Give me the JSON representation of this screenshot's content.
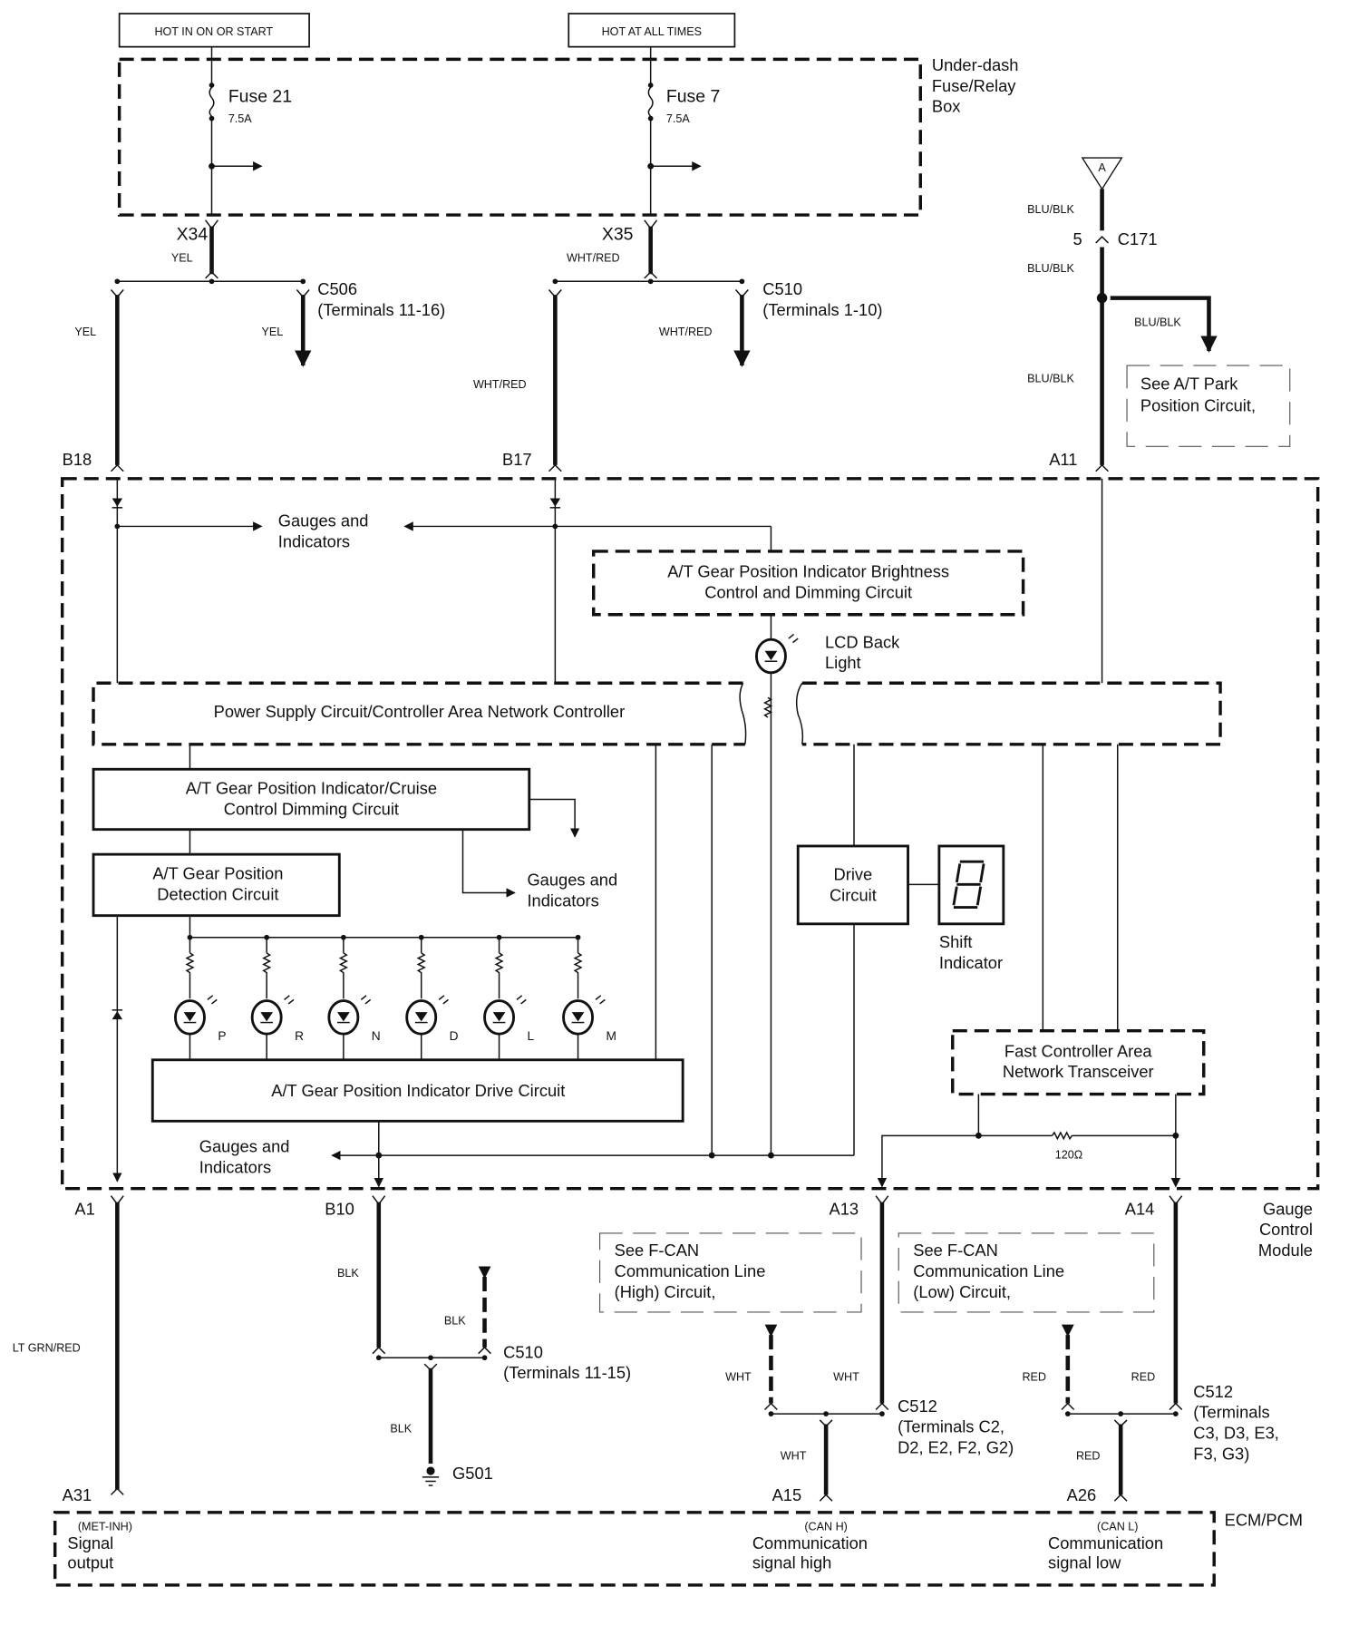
{
  "power": {
    "hot_on_start": "HOT IN ON OR START",
    "hot_all_times": "HOT AT ALL TIMES"
  },
  "fuse_box": {
    "label_lines": [
      "Under-dash",
      "Fuse/Relay",
      "Box"
    ],
    "fuses": [
      {
        "name": "Fuse 21",
        "rating": "7.5A",
        "connector": "X34",
        "wire": "YEL"
      },
      {
        "name": "Fuse 7",
        "rating": "7.5A",
        "connector": "X35",
        "wire": "WHT/RED"
      }
    ]
  },
  "splices": {
    "c506": {
      "name": "C506",
      "terminals": "(Terminals 11-16)",
      "wire_left": "YEL",
      "wire_right": "YEL"
    },
    "c510_top": {
      "name": "C510",
      "terminals": "(Terminals 1-10)",
      "wire_left": "WHT/RED",
      "wire_right": "WHT/RED"
    },
    "c510_bottom": {
      "name": "C510",
      "terminals": "(Terminals 11-15)",
      "wire_left": "BLK",
      "wire_right": "BLK",
      "wire_down": "BLK"
    },
    "c512_high": {
      "name": "C512",
      "terminals_lines": [
        "(Terminals C2,",
        "D2, E2, F2, G2)"
      ],
      "wire_left": "WHT",
      "wire_right": "WHT",
      "wire_down": "WHT"
    },
    "c512_low": {
      "name": "C512",
      "terminals_lines": [
        "(Terminals",
        "C3, D3, E3,",
        "F3, G3)"
      ],
      "wire_left": "RED",
      "wire_right": "RED",
      "wire_down": "RED"
    }
  },
  "c171": {
    "pin": "5",
    "name": "C171",
    "wire_top": "BLU/BLK",
    "wire_mid": "BLU/BLK",
    "wire_bottom": "BLU/BLK",
    "wire_branch": "BLU/BLK",
    "ref": "A"
  },
  "refs": {
    "park": [
      "See A/T Park",
      "Position Circuit,"
    ],
    "fcan_high": [
      "See F-CAN",
      "Communication Line",
      "(High) Circuit,"
    ],
    "fcan_low": [
      "See F-CAN",
      "Communication Line",
      "(Low) Circuit,"
    ]
  },
  "gauge_module": {
    "label_lines": [
      "Gauge",
      "Control",
      "Module"
    ],
    "pins": {
      "b18": "B18",
      "b17": "B17",
      "a11": "A11",
      "a1": "A1",
      "b10": "B10",
      "a13": "A13",
      "a14": "A14"
    },
    "gauges_lines": [
      "Gauges and",
      "Indicators"
    ],
    "brightness": [
      "A/T Gear Position Indicator Brightness",
      "Control and Dimming Circuit"
    ],
    "lcd": [
      "LCD Back",
      "Light"
    ],
    "power_supply": "Power Supply Circuit/Controller Area Network Controller",
    "cruise_dimming": [
      "A/T Gear Position Indicator/Cruise",
      "Control Dimming Circuit"
    ],
    "detection": [
      "A/T Gear Position",
      "Detection Circuit"
    ],
    "drive": [
      "Drive",
      "Circuit"
    ],
    "shift": [
      "Shift",
      "Indicator"
    ],
    "fcan_transceiver": [
      "Fast Controller Area",
      "Network Transceiver"
    ],
    "indicator_drive": "A/T Gear Position Indicator Drive Circuit",
    "leds": [
      "P",
      "R",
      "N",
      "D",
      "L",
      "M"
    ],
    "resistor": "120Ω"
  },
  "wires_below": {
    "a1": "LT GRN/RED",
    "b10": "BLK"
  },
  "ground": "G501",
  "ecm": {
    "label": "ECM/PCM",
    "pins": {
      "a31": "A31",
      "a15": "A15",
      "a26": "A26"
    },
    "met_tag": "(MET-INH)",
    "met_lines": [
      "Signal",
      "output"
    ],
    "canh_tag": "(CAN H)",
    "canh_lines": [
      "Communication",
      "signal high"
    ],
    "canl_tag": "(CAN L)",
    "canl_lines": [
      "Communication",
      "signal low"
    ]
  }
}
